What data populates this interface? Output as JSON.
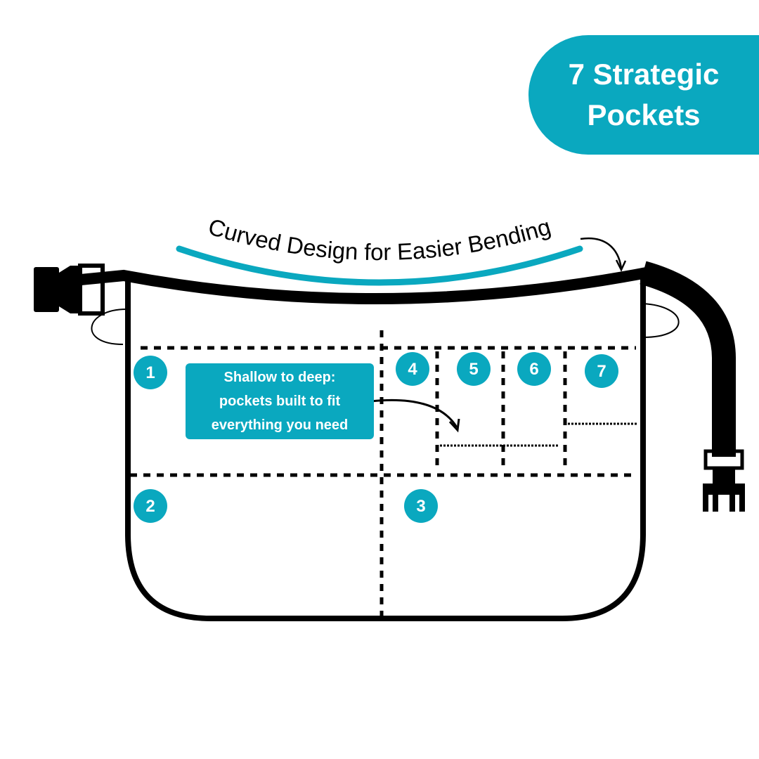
{
  "badge": {
    "line1": "7 Strategic",
    "line2": "Pockets"
  },
  "curve_label": "Curved Design for Easier Bending",
  "callout": {
    "line1": "Shallow to deep:",
    "line2": "pockets built to fit",
    "line3": "everything you need"
  },
  "pockets": [
    {
      "number": "1"
    },
    {
      "number": "2"
    },
    {
      "number": "3"
    },
    {
      "number": "4"
    },
    {
      "number": "5"
    },
    {
      "number": "6"
    },
    {
      "number": "7"
    }
  ],
  "colors": {
    "accent": "#0aa8bf",
    "outline": "#000000",
    "background": "#ffffff"
  }
}
